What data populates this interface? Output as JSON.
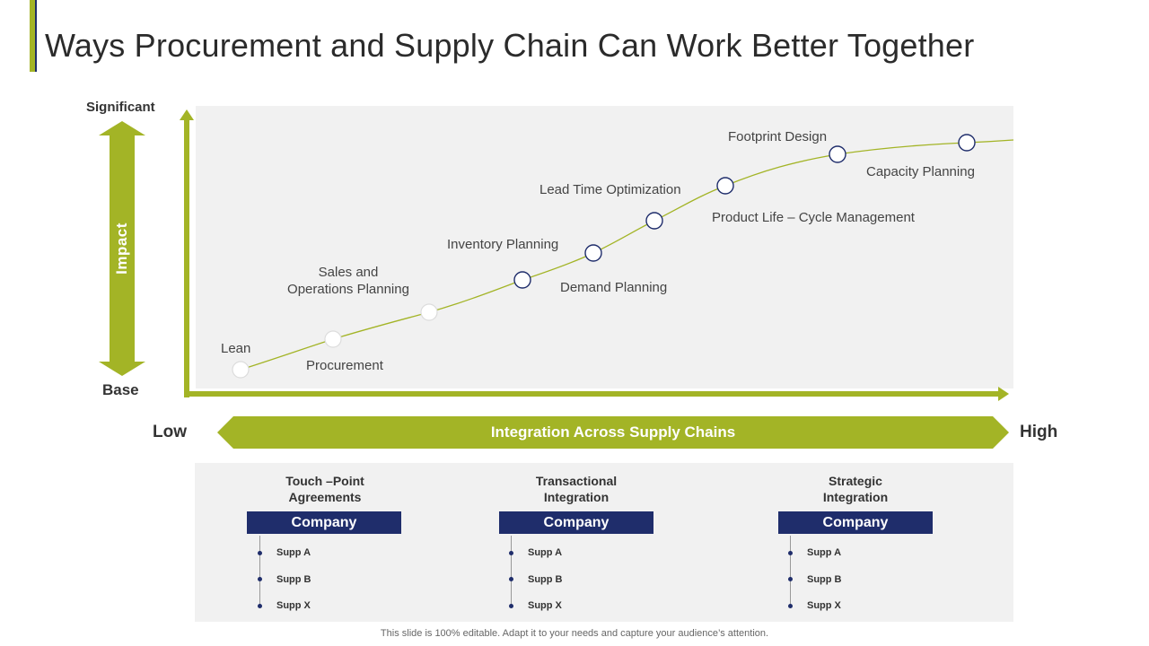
{
  "title": "Ways Procurement and Supply Chain Can Work Better Together",
  "impact_axis": {
    "top_label": "Significant",
    "bottom_label": "Base",
    "label": "Impact"
  },
  "integration_axis": {
    "low_label": "Low",
    "high_label": "High",
    "label": "Integration Across Supply Chains"
  },
  "points": [
    {
      "label": "Lean",
      "style": "white"
    },
    {
      "label": "Procurement",
      "style": "white"
    },
    {
      "label": "Sales and\nOperations Planning",
      "style": "white"
    },
    {
      "label": "Inventory  Planning",
      "style": "navy"
    },
    {
      "label": "Demand Planning",
      "style": "navy"
    },
    {
      "label": "Lead Time Optimization",
      "style": "navy"
    },
    {
      "label": "Product Life – Cycle Management",
      "style": "navy"
    },
    {
      "label": "Footprint Design",
      "style": "navy"
    },
    {
      "label": "Capacity Planning",
      "style": "navy"
    }
  ],
  "columns": [
    {
      "title": "Touch –Point\nAgreements",
      "company": "Company",
      "suppliers": [
        "Supp A",
        "Supp B",
        "Supp X"
      ]
    },
    {
      "title": "Transactional\nIntegration",
      "company": "Company",
      "suppliers": [
        "Supp A",
        "Supp B",
        "Supp X"
      ]
    },
    {
      "title": "Strategic\nIntegration",
      "company": "Company",
      "suppliers": [
        "Supp A",
        "Supp B",
        "Supp X"
      ]
    }
  ],
  "colors": {
    "green": "#a3b426",
    "navy": "#1f2d6b",
    "panel": "#f1f1f1"
  },
  "footer": "This slide is 100% editable. Adapt it to your needs and capture your audience’s attention."
}
